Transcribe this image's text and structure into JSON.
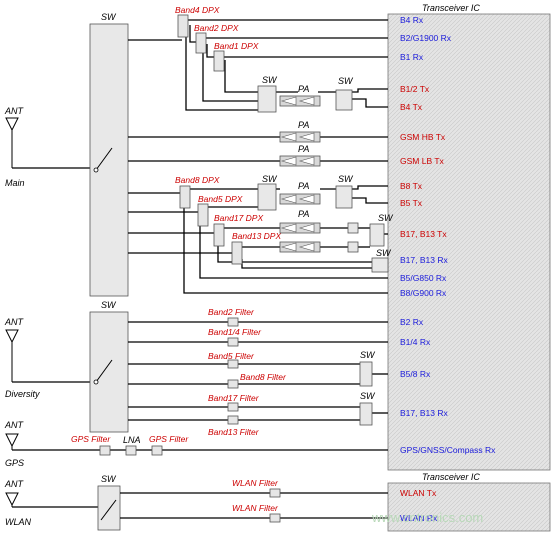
{
  "labels": {
    "ant": "ANT",
    "main": "Main",
    "diversity": "Diversity",
    "gps": "GPS",
    "wlan": "WLAN",
    "sw": "SW",
    "pa": "PA",
    "lna": "LNA",
    "transceiver": "Transceiver IC"
  },
  "filters": {
    "band4_dpx": "Band4 DPX",
    "band2_dpx": "Band2 DPX",
    "band1_dpx": "Band1 DPX",
    "band8_dpx": "Band8 DPX",
    "band5_dpx": "Band5 DPX",
    "band17_dpx": "Band17 DPX",
    "band13_dpx": "Band13 DPX",
    "band2_filter": "Band2 Filter",
    "band14_filter": "Band1/4 Filter",
    "band5_filter": "Band5 Filter",
    "band8_filter": "Band8 Filter",
    "band17_filter": "Band17 Filter",
    "band13_filter": "Band13 Filter",
    "gps_filter": "GPS Filter",
    "wlan_filter": "WLAN Filter"
  },
  "signals": {
    "b4_rx": "B4 Rx",
    "b2_g1900_rx": "B2/G1900 Rx",
    "b1_rx": "B1 Rx",
    "b12_tx": "B1/2 Tx",
    "b4_tx": "B4 Tx",
    "gsm_hb_tx": "GSM HB Tx",
    "gsm_lb_tx": "GSM LB Tx",
    "b8_tx": "B8 Tx",
    "b5_tx": "B5 Tx",
    "b17_b13_tx": "B17, B13 Tx",
    "b17_b13_rx": "B17, B13 Rx",
    "b5_g850_rx": "B5/G850 Rx",
    "b8_g900_rx": "B8/G900 Rx",
    "b2_rx": "B2 Rx",
    "b14_rx": "B1/4 Rx",
    "b58_rx": "B5/8 Rx",
    "b17b13_rx_div": "B17, B13 Rx",
    "gps_rx": "GPS/GNSS/Compass Rx",
    "wlan_tx": "WLAN Tx",
    "wlan_rx": "WLAN Rx"
  },
  "watermark": "www.cntronics.com",
  "colors": {
    "tx_label": "#cc0000",
    "rx_label": "#1a1adb",
    "block_fill": "#e6e6e6",
    "panel_fill": "#e8e8e8"
  }
}
